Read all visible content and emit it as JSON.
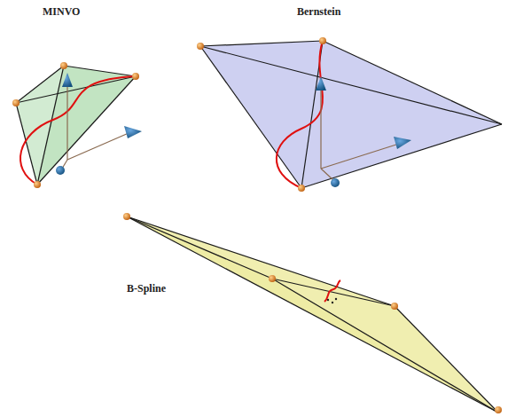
{
  "diagram": {
    "labels": [
      "MINVO",
      "Bernstein",
      "B-Spline"
    ]
  }
}
